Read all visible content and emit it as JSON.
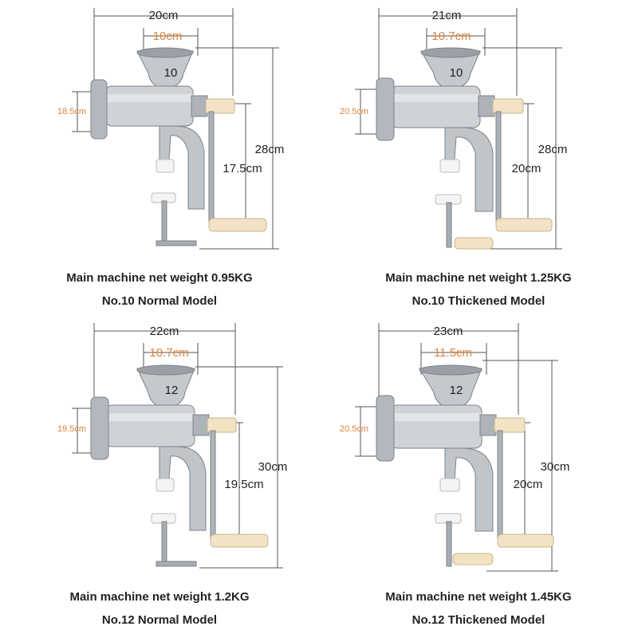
{
  "palette": {
    "accent": "#e0823a",
    "metal": "#b9bec4",
    "handle": "#f2e3c4",
    "line": "#555555"
  },
  "models": [
    {
      "width": "20cm",
      "hopper": "10cm",
      "tube": "18.5cm",
      "height": "28cm",
      "crank": "17.5cm",
      "hopper_mark": "10",
      "weight": "Main machine net weight 0.95KG",
      "name": "No.10 Normal Model"
    },
    {
      "width": "21cm",
      "hopper": "10.7cm",
      "tube": "20.5cm",
      "height": "28cm",
      "crank": "20cm",
      "hopper_mark": "10",
      "weight": "Main machine net weight 1.25KG",
      "name": "No.10 Thickened Model"
    },
    {
      "width": "22cm",
      "hopper": "10.7cm",
      "tube": "19.5cm",
      "height": "30cm",
      "crank": "19.5cm",
      "hopper_mark": "12",
      "weight": "Main machine net weight 1.2KG",
      "name": "No.12 Normal Model"
    },
    {
      "width": "23cm",
      "hopper": "11.5cm",
      "tube": "20.5cm",
      "height": "30cm",
      "crank": "20cm",
      "hopper_mark": "12",
      "weight": "Main machine net weight 1.45KG",
      "name": "No.12 Thickened Model"
    }
  ]
}
